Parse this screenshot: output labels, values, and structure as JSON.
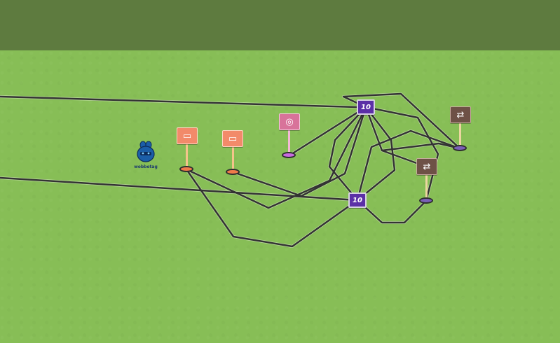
{
  "game": {
    "avatar": {
      "name": "wobbetag",
      "icon": "blue-bunny-avatar-icon",
      "color": "#1b5ea8"
    },
    "counter_nodes": [
      {
        "id": "top-hub",
        "value": "10"
      },
      {
        "id": "lower-hub",
        "value": "10"
      }
    ],
    "signs": [
      {
        "id": "folder-sign-1",
        "icon": "folder-icon",
        "glyph": "▭",
        "color": "#f28a6a"
      },
      {
        "id": "folder-sign-2",
        "icon": "folder-icon",
        "glyph": "▭",
        "color": "#f28a6a"
      },
      {
        "id": "fingerprint-sign",
        "icon": "fingerprint-icon",
        "glyph": "◎",
        "color": "#d8739a"
      },
      {
        "id": "repeat-sign-1",
        "icon": "repeat-icon",
        "glyph": "⇄",
        "color": "#6e5146"
      },
      {
        "id": "repeat-sign-2",
        "icon": "repeat-icon",
        "glyph": "⇄",
        "color": "#6e5146"
      }
    ],
    "colors": {
      "grass": "#87be56",
      "top_band": "#5e7b3f",
      "wire": "#333333",
      "hub": "#5b2fa6"
    }
  }
}
